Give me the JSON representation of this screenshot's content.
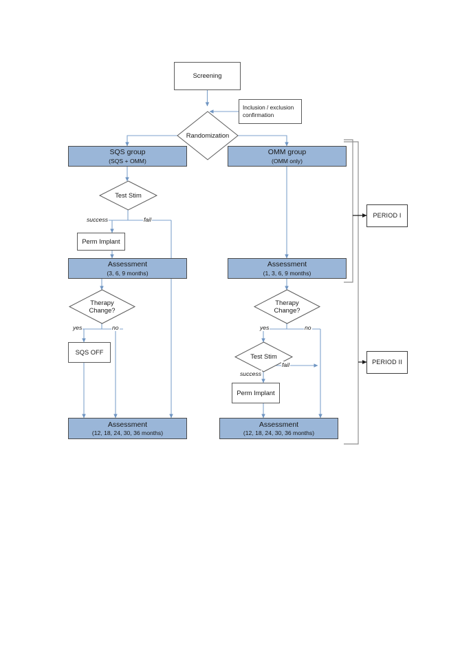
{
  "diagram": {
    "title": "Clinical study flow diagram",
    "colors": {
      "filled_node": "#9ab6d8",
      "node_border": "#4a4a4a",
      "plain_border": "#5a5a5a",
      "connector": "#7da2cc",
      "bracket": "#8a8a8a",
      "arrow_dark": "#222222"
    }
  },
  "nodes": {
    "screening": {
      "label": "Screening"
    },
    "inclusion": {
      "line1": "Inclusion / exclusion",
      "line2": "confirmation"
    },
    "randomization": {
      "label": "Randomization"
    },
    "sqs_group": {
      "label": "SQS group",
      "sub": "(SQS + OMM)"
    },
    "omm_group": {
      "label": "OMM group",
      "sub": "(OMM only)"
    },
    "test_stim_left": {
      "label": "Test Stim"
    },
    "perm_implant_left": {
      "label": "Perm Implant"
    },
    "assessment_left_1": {
      "label": "Assessment",
      "sub": "(3, 6, 9 months)"
    },
    "assessment_right_1": {
      "label": "Assessment",
      "sub": "(1, 3, 6, 9 months)"
    },
    "therapy_change_left": {
      "line1": "Therapy",
      "line2": "Change?"
    },
    "therapy_change_right": {
      "line1": "Therapy",
      "line2": "Change?"
    },
    "sqs_off": {
      "label": "SQS OFF"
    },
    "test_stim_right": {
      "label": "Test Stim"
    },
    "perm_implant_right": {
      "label": "Perm Implant"
    },
    "assessment_left_2": {
      "label": "Assessment",
      "sub": "(12, 18, 24, 30, 36 months)"
    },
    "assessment_right_2": {
      "label": "Assessment",
      "sub": "(12, 18, 24, 30, 36 months)"
    },
    "period_1": {
      "label": "PERIOD I"
    },
    "period_2": {
      "label": "PERIOD II"
    }
  },
  "edge_labels": {
    "left_success": "success",
    "left_fail": "fail",
    "left_yes": "yes",
    "left_no": "no",
    "right_yes": "yes",
    "right_no": "no",
    "right_fail": "fail",
    "right_success": "success"
  }
}
